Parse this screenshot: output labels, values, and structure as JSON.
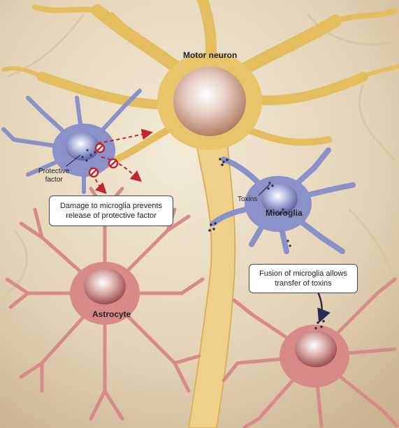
{
  "labels": {
    "motor_neuron": "Motor neuron",
    "microglia": "Microglia",
    "astrocyte": "Astrocyte",
    "toxins": "Toxins",
    "protective_factor_line1": "Protective",
    "protective_factor_line2": "factor"
  },
  "callouts": {
    "damage": {
      "line1": "Damage to microglia prevents",
      "line2": "release of protective factor"
    },
    "fusion": {
      "line1": "Fusion of microglia allows",
      "line2": "transfer of toxins"
    }
  },
  "colors": {
    "background": "#e9dcc6",
    "neuron": "#e8c56a",
    "microglia": "#8a90c8",
    "astrocyte": "#d88a88",
    "toxin": "#2a2a55",
    "inhibit": "#c0262a"
  }
}
